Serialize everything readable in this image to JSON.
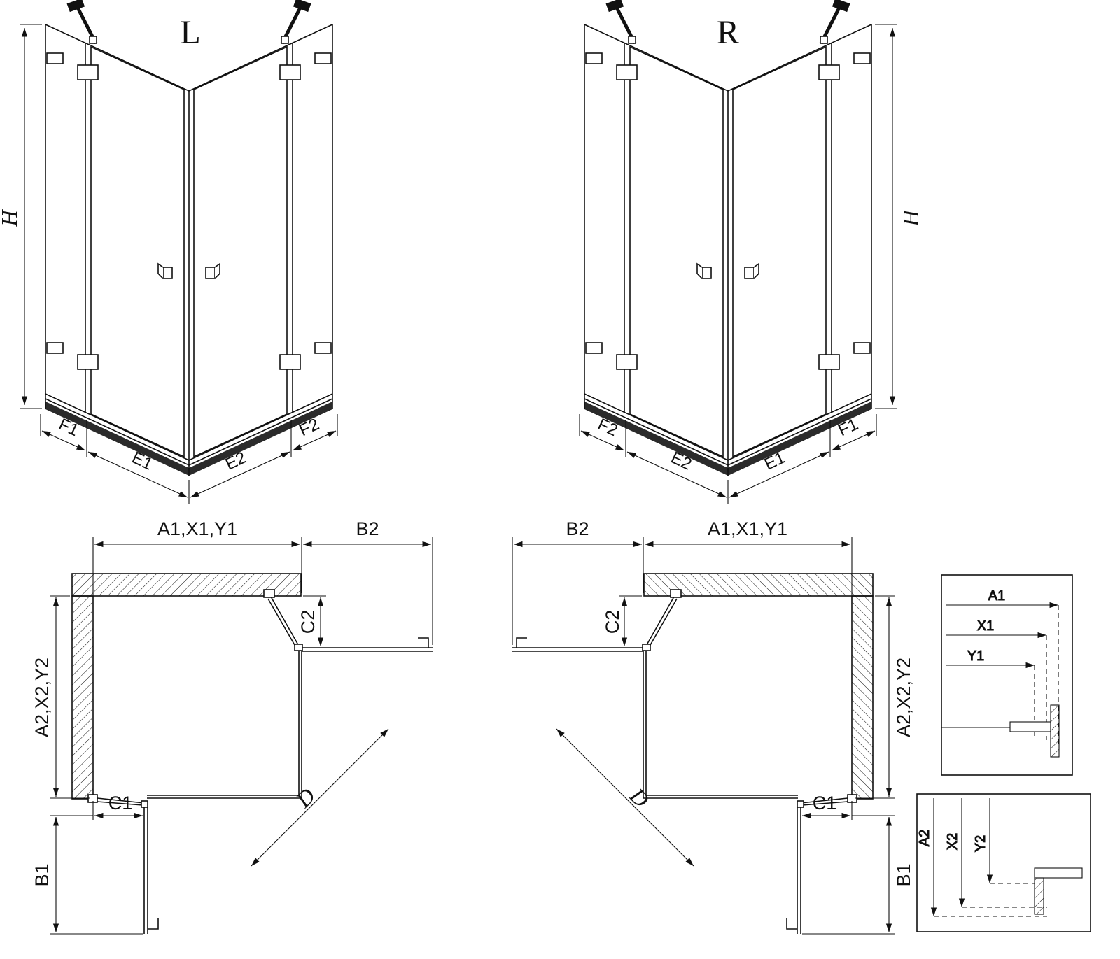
{
  "colors": {
    "background": "#ffffff",
    "line": "#111111"
  },
  "perspective": {
    "left": {
      "variant": "L",
      "height": "H",
      "dims": {
        "outer_left": "F1",
        "door_left": "E1",
        "door_right": "E2",
        "outer_right": "F2"
      }
    },
    "right": {
      "variant": "R",
      "height": "H",
      "dims": {
        "outer_left": "F2",
        "door_left": "E2",
        "door_right": "E1",
        "outer_right": "F1"
      }
    }
  },
  "plan": {
    "left": {
      "width": "A1,X1,Y1",
      "side_panel": "B2",
      "door_projection": "C2",
      "depth": "A2,X2,Y2",
      "hinge_offset": "C1",
      "door_open": "B1",
      "entry": "D"
    },
    "right": {
      "width": "A1,X1,Y1",
      "side_panel": "B2",
      "door_projection": "C2",
      "depth": "A2,X2,Y2",
      "hinge_offset": "C1",
      "door_open": "B1",
      "entry": "D"
    }
  },
  "detail_width": {
    "dims": [
      "A1",
      "X1",
      "Y1"
    ]
  },
  "detail_depth": {
    "dims": [
      "A2",
      "X2",
      "Y2"
    ]
  }
}
